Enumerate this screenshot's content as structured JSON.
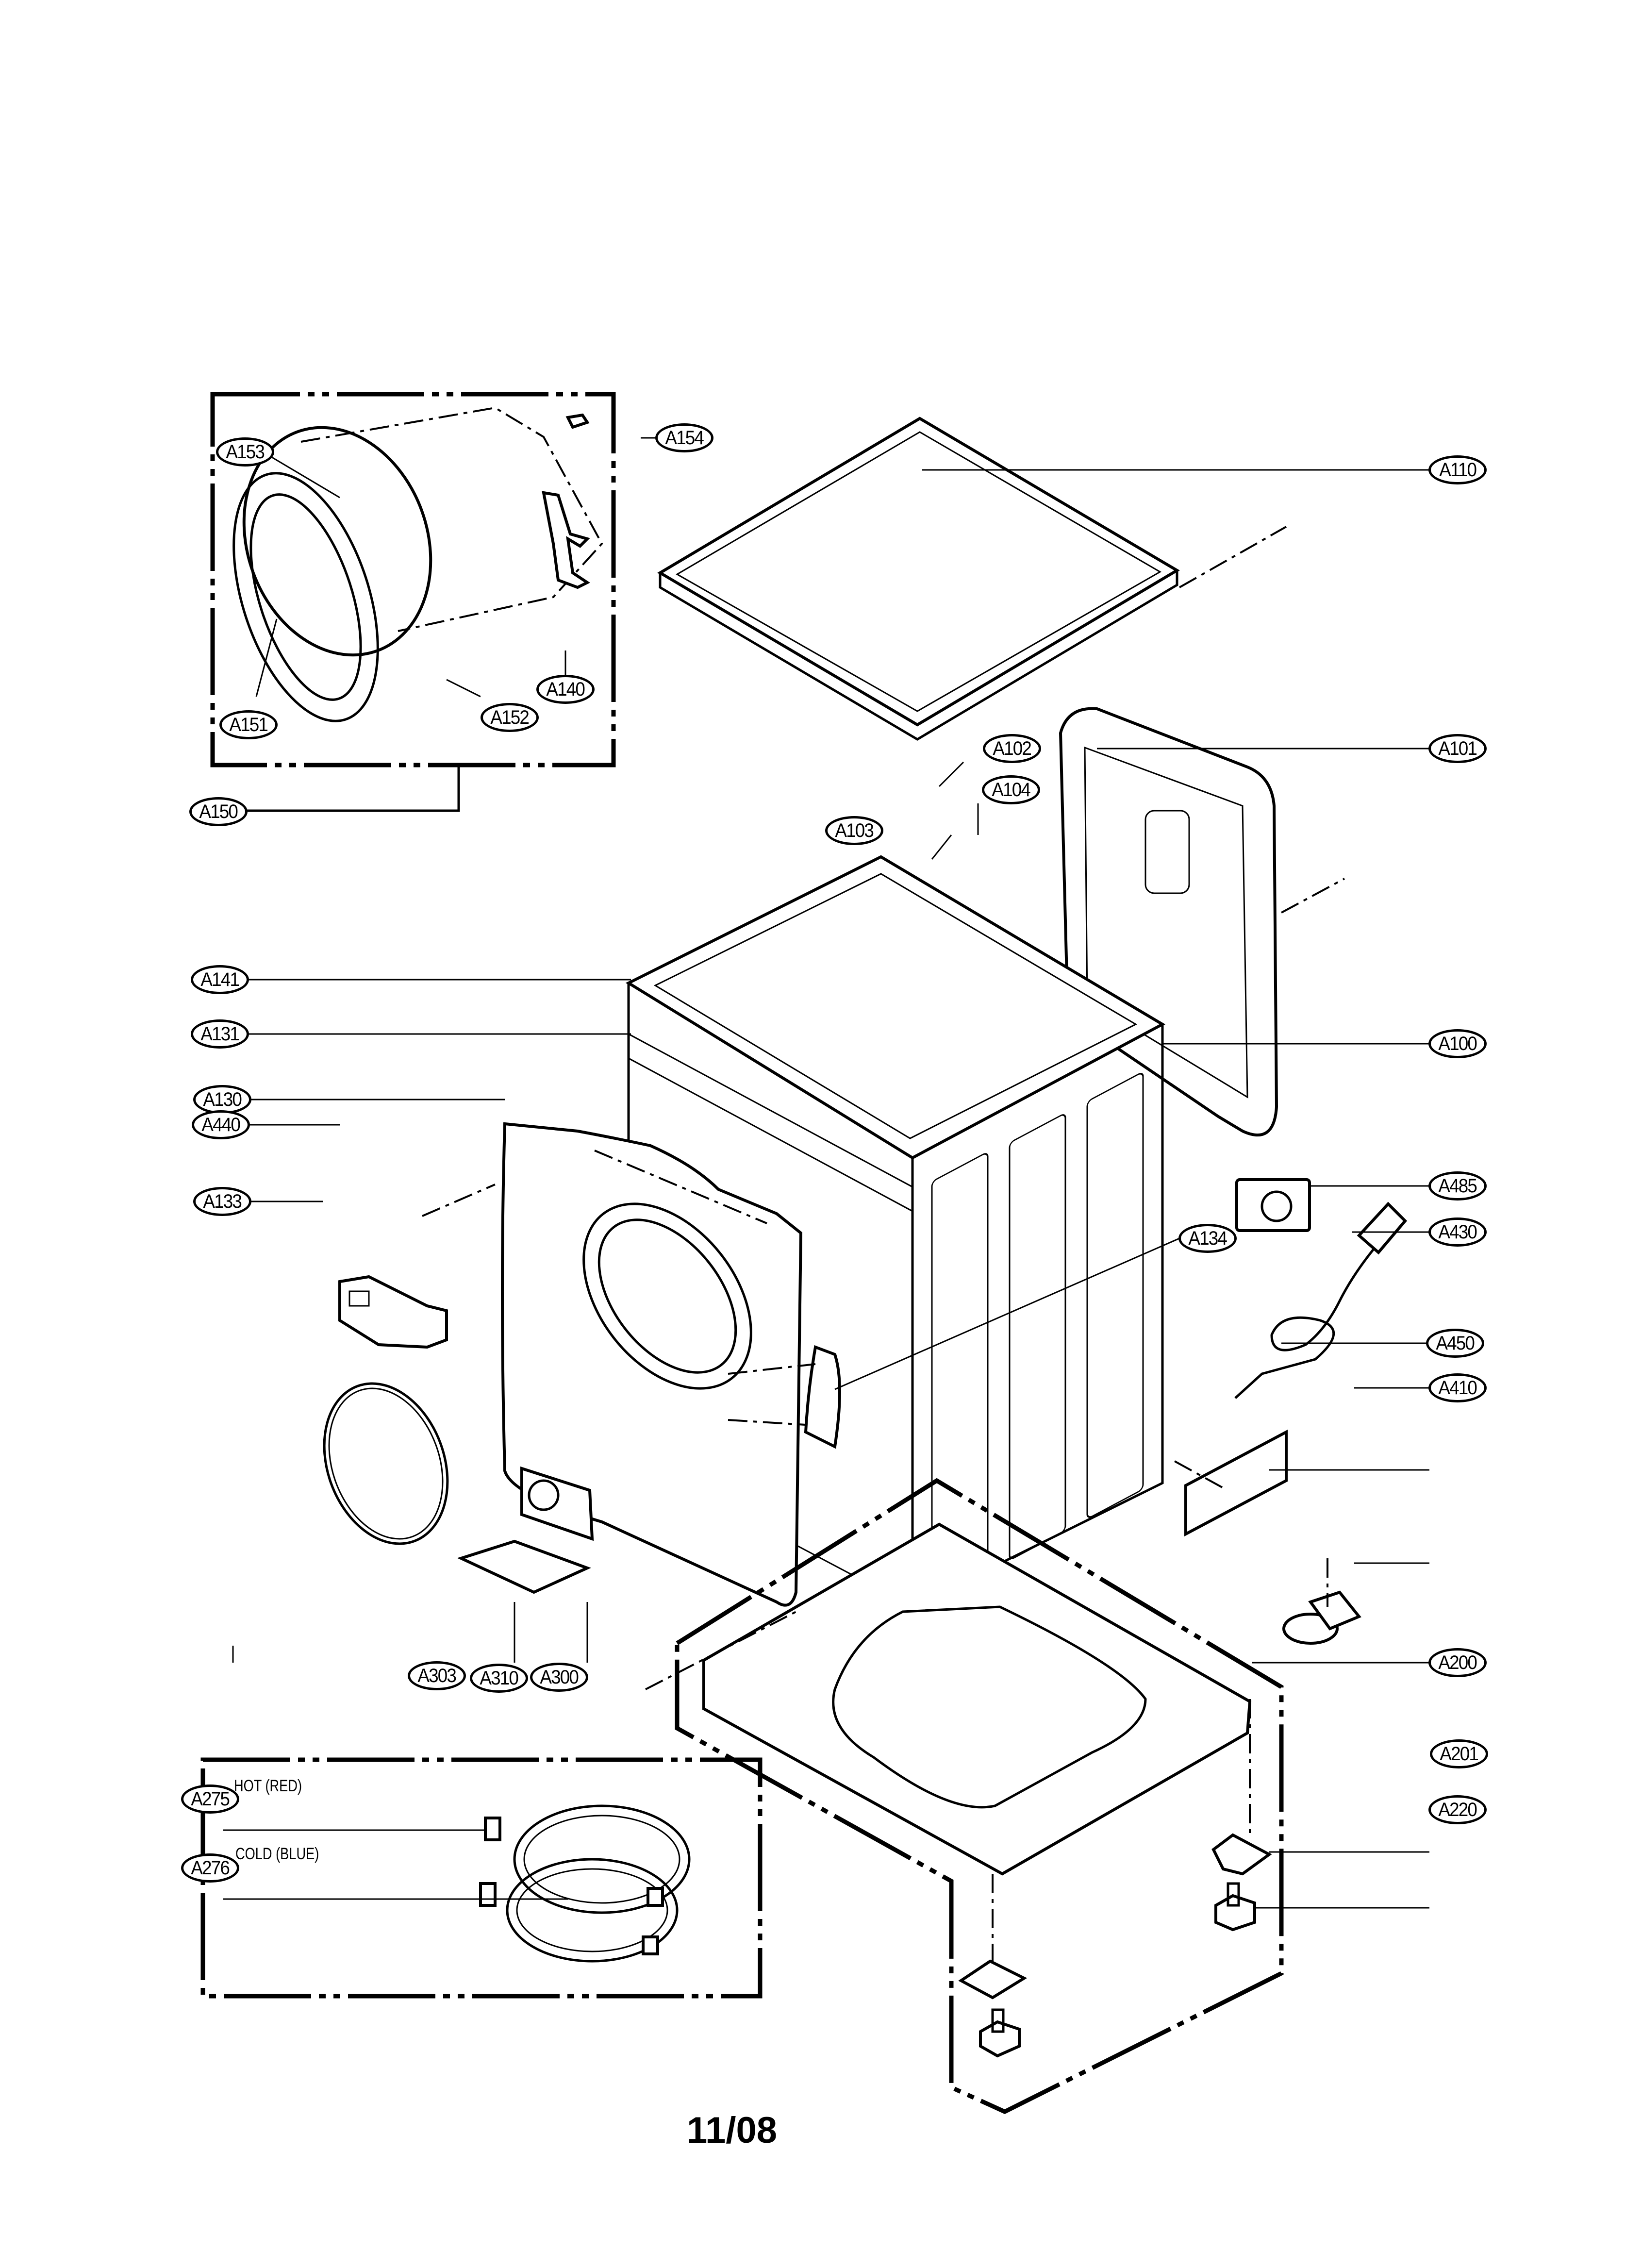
{
  "diagram": {
    "colors": {
      "ink": "#000000",
      "paper": "#ffffff"
    },
    "callouts": {
      "A153": "A153",
      "A154": "A154",
      "A110": "A110",
      "A151": "A151",
      "A152": "A152",
      "A140": "A140",
      "A150": "A150",
      "A102": "A102",
      "A104": "A104",
      "A103": "A103",
      "A101": "A101",
      "A141": "A141",
      "A100": "A100",
      "A131": "A131",
      "A485": "A485",
      "A130": "A130",
      "A440": "A440",
      "A134": "A134",
      "A430": "A430",
      "A133": "A133",
      "A450": "A450",
      "A410": "A410",
      "A303": "A303",
      "A310": "A310",
      "A300": "A300",
      "A200": "A200",
      "A275": "A275",
      "A201": "A201",
      "A276": "A276",
      "A220": "A220"
    },
    "notes": {
      "hot": "HOT (RED)",
      "cold": "COLD (BLUE)"
    },
    "page_code": "11/08"
  }
}
